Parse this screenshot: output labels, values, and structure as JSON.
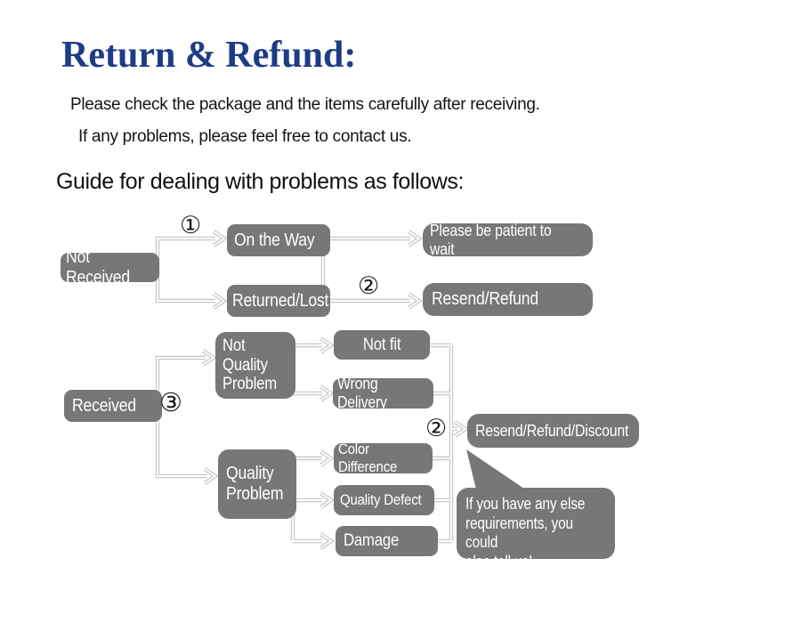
{
  "header": {
    "title": "Return & Refund:",
    "intro_line1": "Please check the package and the items carefully after receiving.",
    "intro_line2": "If any problems, please feel free to contact us.",
    "guide_heading": "Guide for dealing with problems as follows:"
  },
  "colors": {
    "title_blue": "#1e3c85",
    "node_gray": "#777777",
    "connector_gray": "#c8c8c8",
    "node_text": "#ffffff"
  },
  "flow": {
    "markers": {
      "step1": "①",
      "step2_top": "②",
      "step3": "③",
      "step2_bottom": "②"
    },
    "nodes": {
      "not_received": "Not Received",
      "on_the_way": "On the Way",
      "returned_lost": "Returned/Lost",
      "please_wait": "Please be patient to wait",
      "resend_refund": "Resend/Refund",
      "received": "Received",
      "not_quality_problem": "Not\nQuality\nProblem",
      "quality_problem": "Quality\nProblem",
      "not_fit": "Not fit",
      "wrong_delivery": "Wrong Delivery",
      "color_difference": "Color Difference",
      "quality_defect": "Quality Defect",
      "damage": "Damage",
      "resend_refund_discount": "Resend/Refund/Discount"
    },
    "callout_text": "If you have any else\nrequirements, you could\nalso tell us!"
  }
}
